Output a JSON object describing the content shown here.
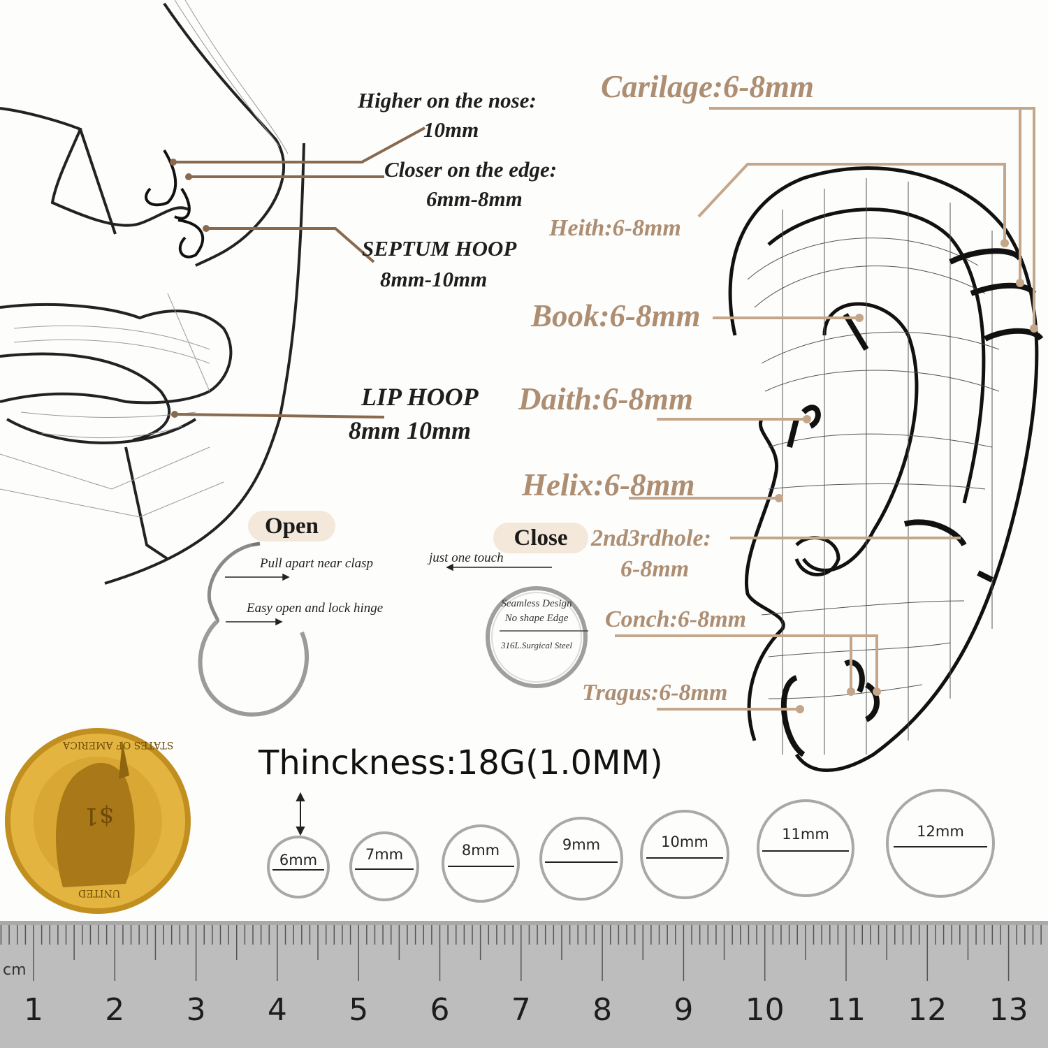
{
  "face_labels": {
    "higher_nose": "Higher on the nose:",
    "higher_nose_size": "10mm",
    "closer_edge": "Closer on the edge:",
    "closer_edge_size": "6mm-8mm",
    "septum": "SEPTUM HOOP",
    "septum_size": "8mm-10mm",
    "lip": "LIP HOOP",
    "lip_size": "8mm 10mm"
  },
  "ear_labels": {
    "carilage": "Carilage:6-8mm",
    "heith": "Heith:6-8mm",
    "book": "Book:6-8mm",
    "daith": "Daith:6-8mm",
    "helix": "Helix:6-8mm",
    "hole": "2nd3rdhole:",
    "hole_size": "6-8mm",
    "conch": "Conch:6-8mm",
    "tragus": "Tragus:6-8mm"
  },
  "hinge": {
    "open": "Open",
    "close": "Close",
    "pull": "Pull apart near clasp",
    "easy": "Easy open and lock hinge",
    "touch": "just one touch",
    "seamless": "Seamless Design",
    "no_shape": "No shape Edge",
    "steel": "316L.Surgical Steel"
  },
  "thickness": "Thinckness:18G(1.0MM)",
  "sizes": [
    "6mm",
    "7mm",
    "8mm",
    "9mm",
    "10mm",
    "11mm",
    "12mm"
  ],
  "coin": {
    "text_top": "STATES OF AMERICA",
    "text_bottom": "UNITED",
    "value": "$1"
  },
  "ruler": {
    "unit": "cm",
    "numbers": [
      "1",
      "2",
      "3",
      "4",
      "5",
      "6",
      "7",
      "8",
      "9",
      "10",
      "11",
      "12",
      "13"
    ]
  },
  "colors": {
    "accent": "#ad8e72",
    "line": "#8a6a4f",
    "pill": "#f3e8d9",
    "ruler": "#b9b9b9",
    "gold": "#d6a630"
  }
}
